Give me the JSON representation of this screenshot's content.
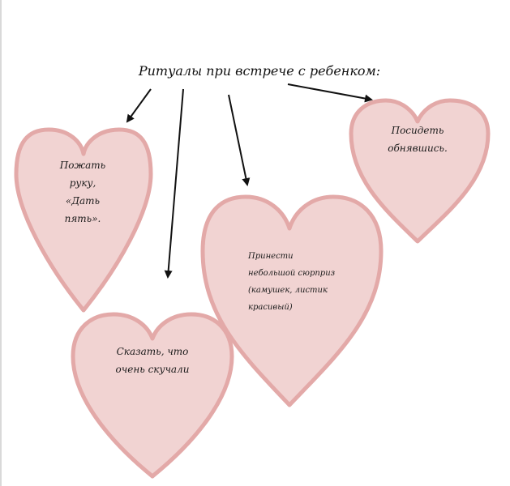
{
  "title": "Ритуалы при встрече с ребенком:",
  "hearts": [
    {
      "lines": [
        "Пожать",
        "руку,",
        "«Дать",
        "пять»."
      ]
    },
    {
      "lines": [
        "Сказать, что",
        "очень скучали"
      ]
    },
    {
      "lines": [
        "Принести",
        "небольшой сюрприз",
        "(камушек, листик",
        "красивый)"
      ]
    },
    {
      "lines": [
        "Посидеть",
        "обнявшись."
      ]
    }
  ],
  "colors": {
    "heart_fill": "#f1d3d2",
    "heart_outline": "#e3a9a8",
    "text": "#111111"
  }
}
